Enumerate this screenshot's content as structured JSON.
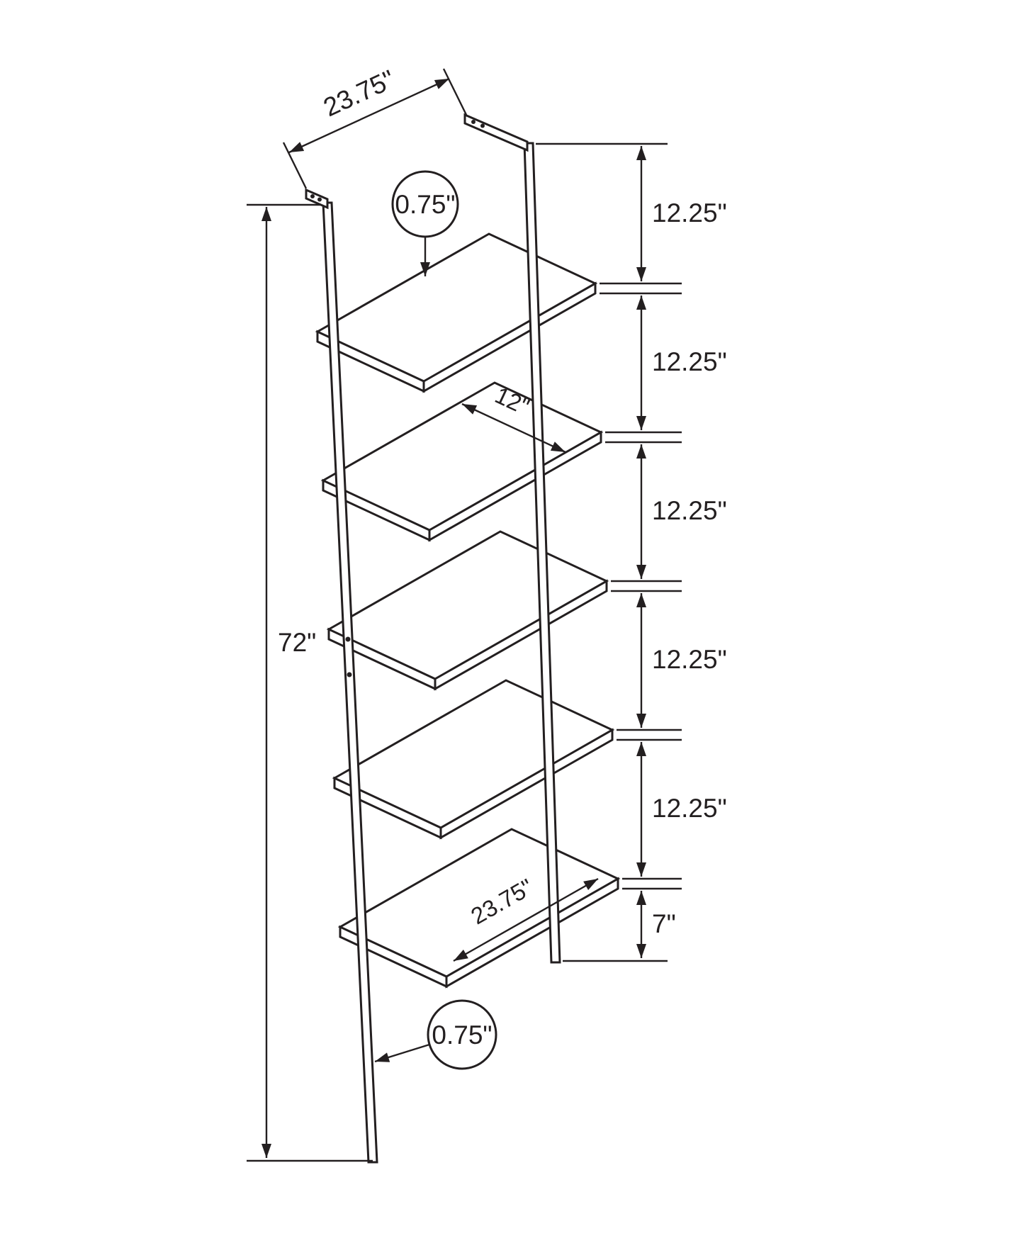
{
  "drawing": {
    "line_color": "#231f20",
    "background_color": "#ffffff",
    "dimensions": {
      "top_width": "23.75\"",
      "shelf_thickness": "0.75\"",
      "gap_1": "12.25\"",
      "gap_2": "12.25\"",
      "gap_3": "12.25\"",
      "gap_4": "12.25\"",
      "gap_5": "12.25\"",
      "total_height": "72\"",
      "shelf_depth": "12\"",
      "bottom_shelf_width": "23.75\"",
      "bottom_gap": "7\"",
      "frame_thickness": "0.75\""
    }
  }
}
